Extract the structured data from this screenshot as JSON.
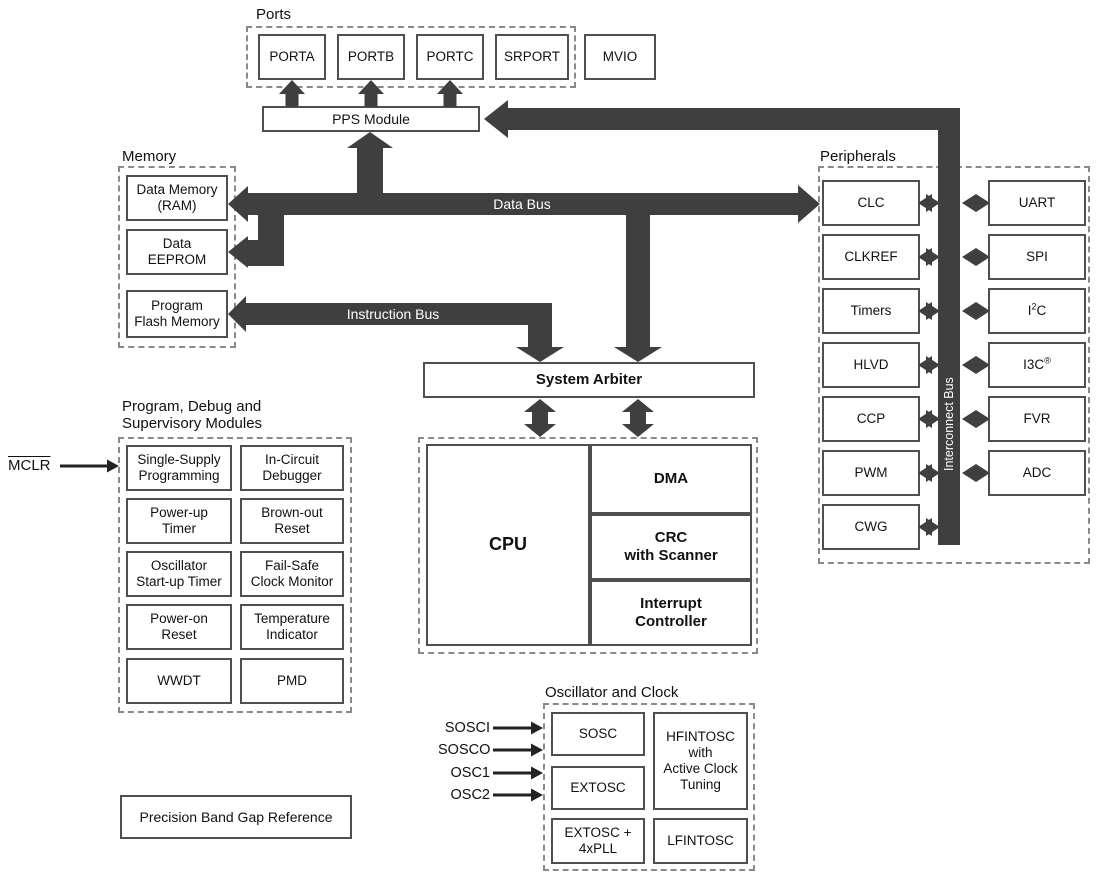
{
  "ports": {
    "label": "Ports",
    "items": [
      "PORTA",
      "PORTB",
      "PORTC",
      "SRPORT"
    ],
    "mvio": "MVIO"
  },
  "pps_module": "PPS Module",
  "memory": {
    "label": "Memory",
    "items": [
      "Data Memory\n(RAM)",
      "Data\nEEPROM",
      "Program\nFlash Memory"
    ]
  },
  "buses": {
    "data": "Data Bus",
    "instruction": "Instruction Bus",
    "interconnect": "Interconnect Bus"
  },
  "system_arbiter": "System Arbiter",
  "cpu_block": {
    "cpu": "CPU",
    "dma": "DMA",
    "crc": "CRC\nwith Scanner",
    "interrupt": "Interrupt\nController"
  },
  "peripherals": {
    "label": "Peripherals",
    "left": [
      "CLC",
      "CLKREF",
      "Timers",
      "HLVD",
      "CCP",
      "PWM",
      "CWG"
    ],
    "right": [
      "UART",
      "SPI",
      {
        "pre": "I",
        "sup": "2",
        "post": "C"
      },
      {
        "pre": "I3C",
        "sup": "®"
      },
      "FVR",
      "ADC"
    ]
  },
  "debug": {
    "label": "Program, Debug and\nSupervisory Modules",
    "mclr": "MCLR",
    "left": [
      "Single-Supply\nProgramming",
      "Power-up\nTimer",
      "Oscillator\nStart-up Timer",
      "Power-on\nReset",
      "WWDT"
    ],
    "right": [
      "In-Circuit\nDebugger",
      "Brown-out\nReset",
      "Fail-Safe\nClock Monitor",
      "Temperature\nIndicator",
      "PMD"
    ]
  },
  "oscillator": {
    "label": "Oscillator and Clock",
    "inputs": [
      "SOSCI",
      "SOSCO",
      "OSC1",
      "OSC2"
    ],
    "sosc": "SOSC",
    "extosc": "EXTOSC",
    "extosc_pll": "EXTOSC +\n4xPLL",
    "hfintosc": "HFINTOSC\nwith\nActive Clock\nTuning",
    "lfintosc": "LFINTOSC"
  },
  "bandgap": "Precision Band Gap Reference",
  "colors": {
    "bus": "#3f3f3f",
    "thin_arrow": "#222222",
    "border": "#4f4f4f"
  }
}
